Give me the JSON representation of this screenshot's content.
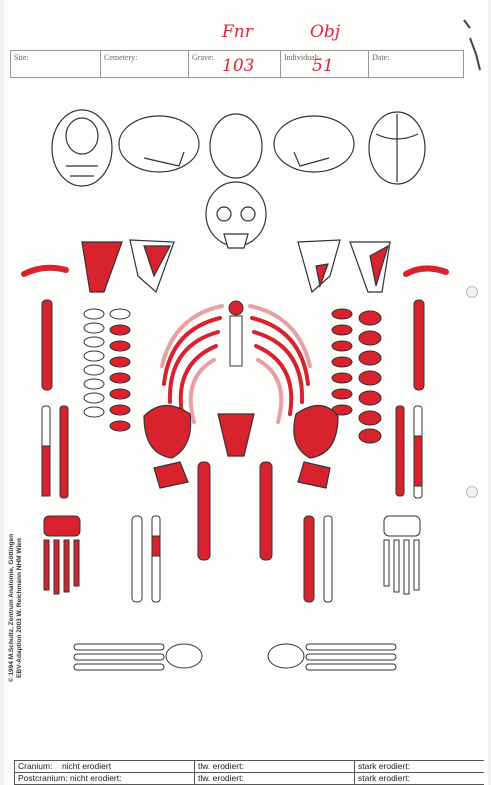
{
  "handwriting": {
    "fnr": "Fnr",
    "obj": "Obj",
    "grave_no": "103",
    "individual_no": "51"
  },
  "header": {
    "site": "Site:",
    "cemetery": "Cemetery:",
    "grave": "Grave:",
    "individual": "Individual:",
    "date": "Date:"
  },
  "credits": {
    "line1": "© 1994 M.Schultz, Zentrum Anatomie, Göttingen",
    "line2": "EBV-Adaption 2003 W. Reichmann   NHM Wien"
  },
  "footer": {
    "rows": [
      {
        "label": "Cranium:",
        "c1": "nicht erodiert",
        "c2": "tlw. erodiert:",
        "c3": "stark erodiert:"
      },
      {
        "label": "Postcranium:",
        "c1": "nicht erodiert:",
        "c2": "tlw. erodiert:",
        "c3": "stark erodiert:"
      }
    ]
  },
  "colors": {
    "present_bone": "#d8232f",
    "outline": "#333333",
    "handwriting": "#e0243a"
  }
}
